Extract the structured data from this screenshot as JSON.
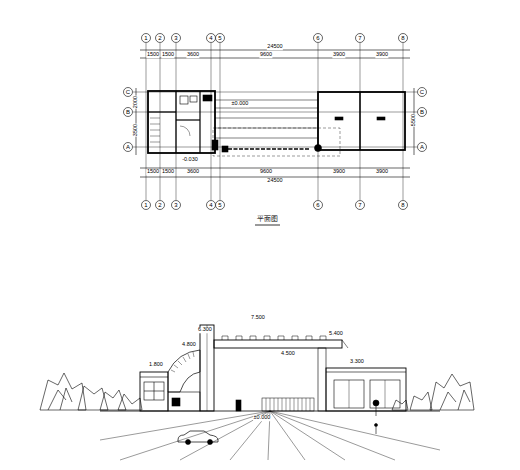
{
  "diagram": {
    "title": "平面图",
    "labels": [
      "24500",
      "1500",
      "1500",
      "3600",
      "9600",
      "3900",
      "3900",
      "1",
      "2",
      "3",
      "4",
      "5",
      "6",
      "7",
      "8",
      "1500",
      "1500",
      "3600",
      "9600",
      "3900",
      "3900",
      "24500",
      "1",
      "2",
      "3",
      "4",
      "5",
      "6",
      "7",
      "8",
      "C",
      "B",
      "A",
      "C",
      "B",
      "A",
      "2000",
      "3500",
      "5500",
      "±0.000",
      "-0.030",
      "7.500",
      "6.300",
      "5.400",
      "4.500",
      "4.800",
      "3.300",
      "1.800",
      "±0.000"
    ]
  }
}
